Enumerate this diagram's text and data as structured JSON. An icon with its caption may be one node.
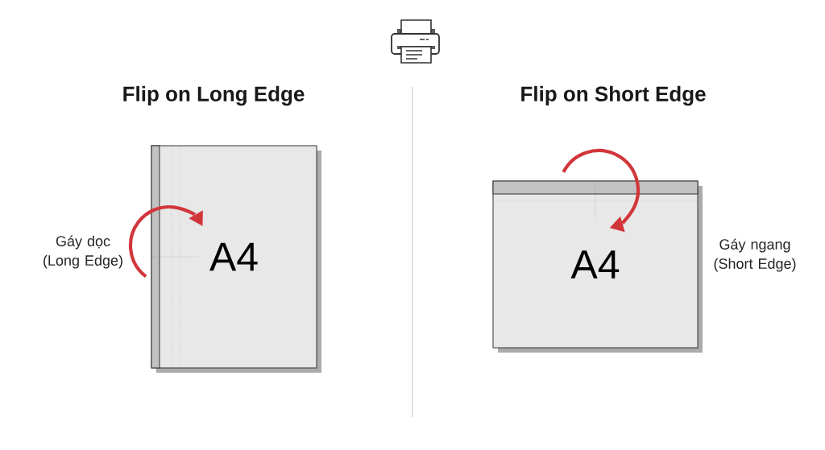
{
  "diagram": {
    "nodes": [
      {
        "text": [
          "A4"
        ],
        "beside": [
          "Gáy dọc (Long Edge)"
        ]
      },
      {
        "text": [
          "A4"
        ],
        "beside": [
          "Gáy ngang (Short Edge)"
        ]
      }
    ],
    "labels": [
      "Flip on Long Edge",
      "Flip on Short Edge"
    ]
  }
}
